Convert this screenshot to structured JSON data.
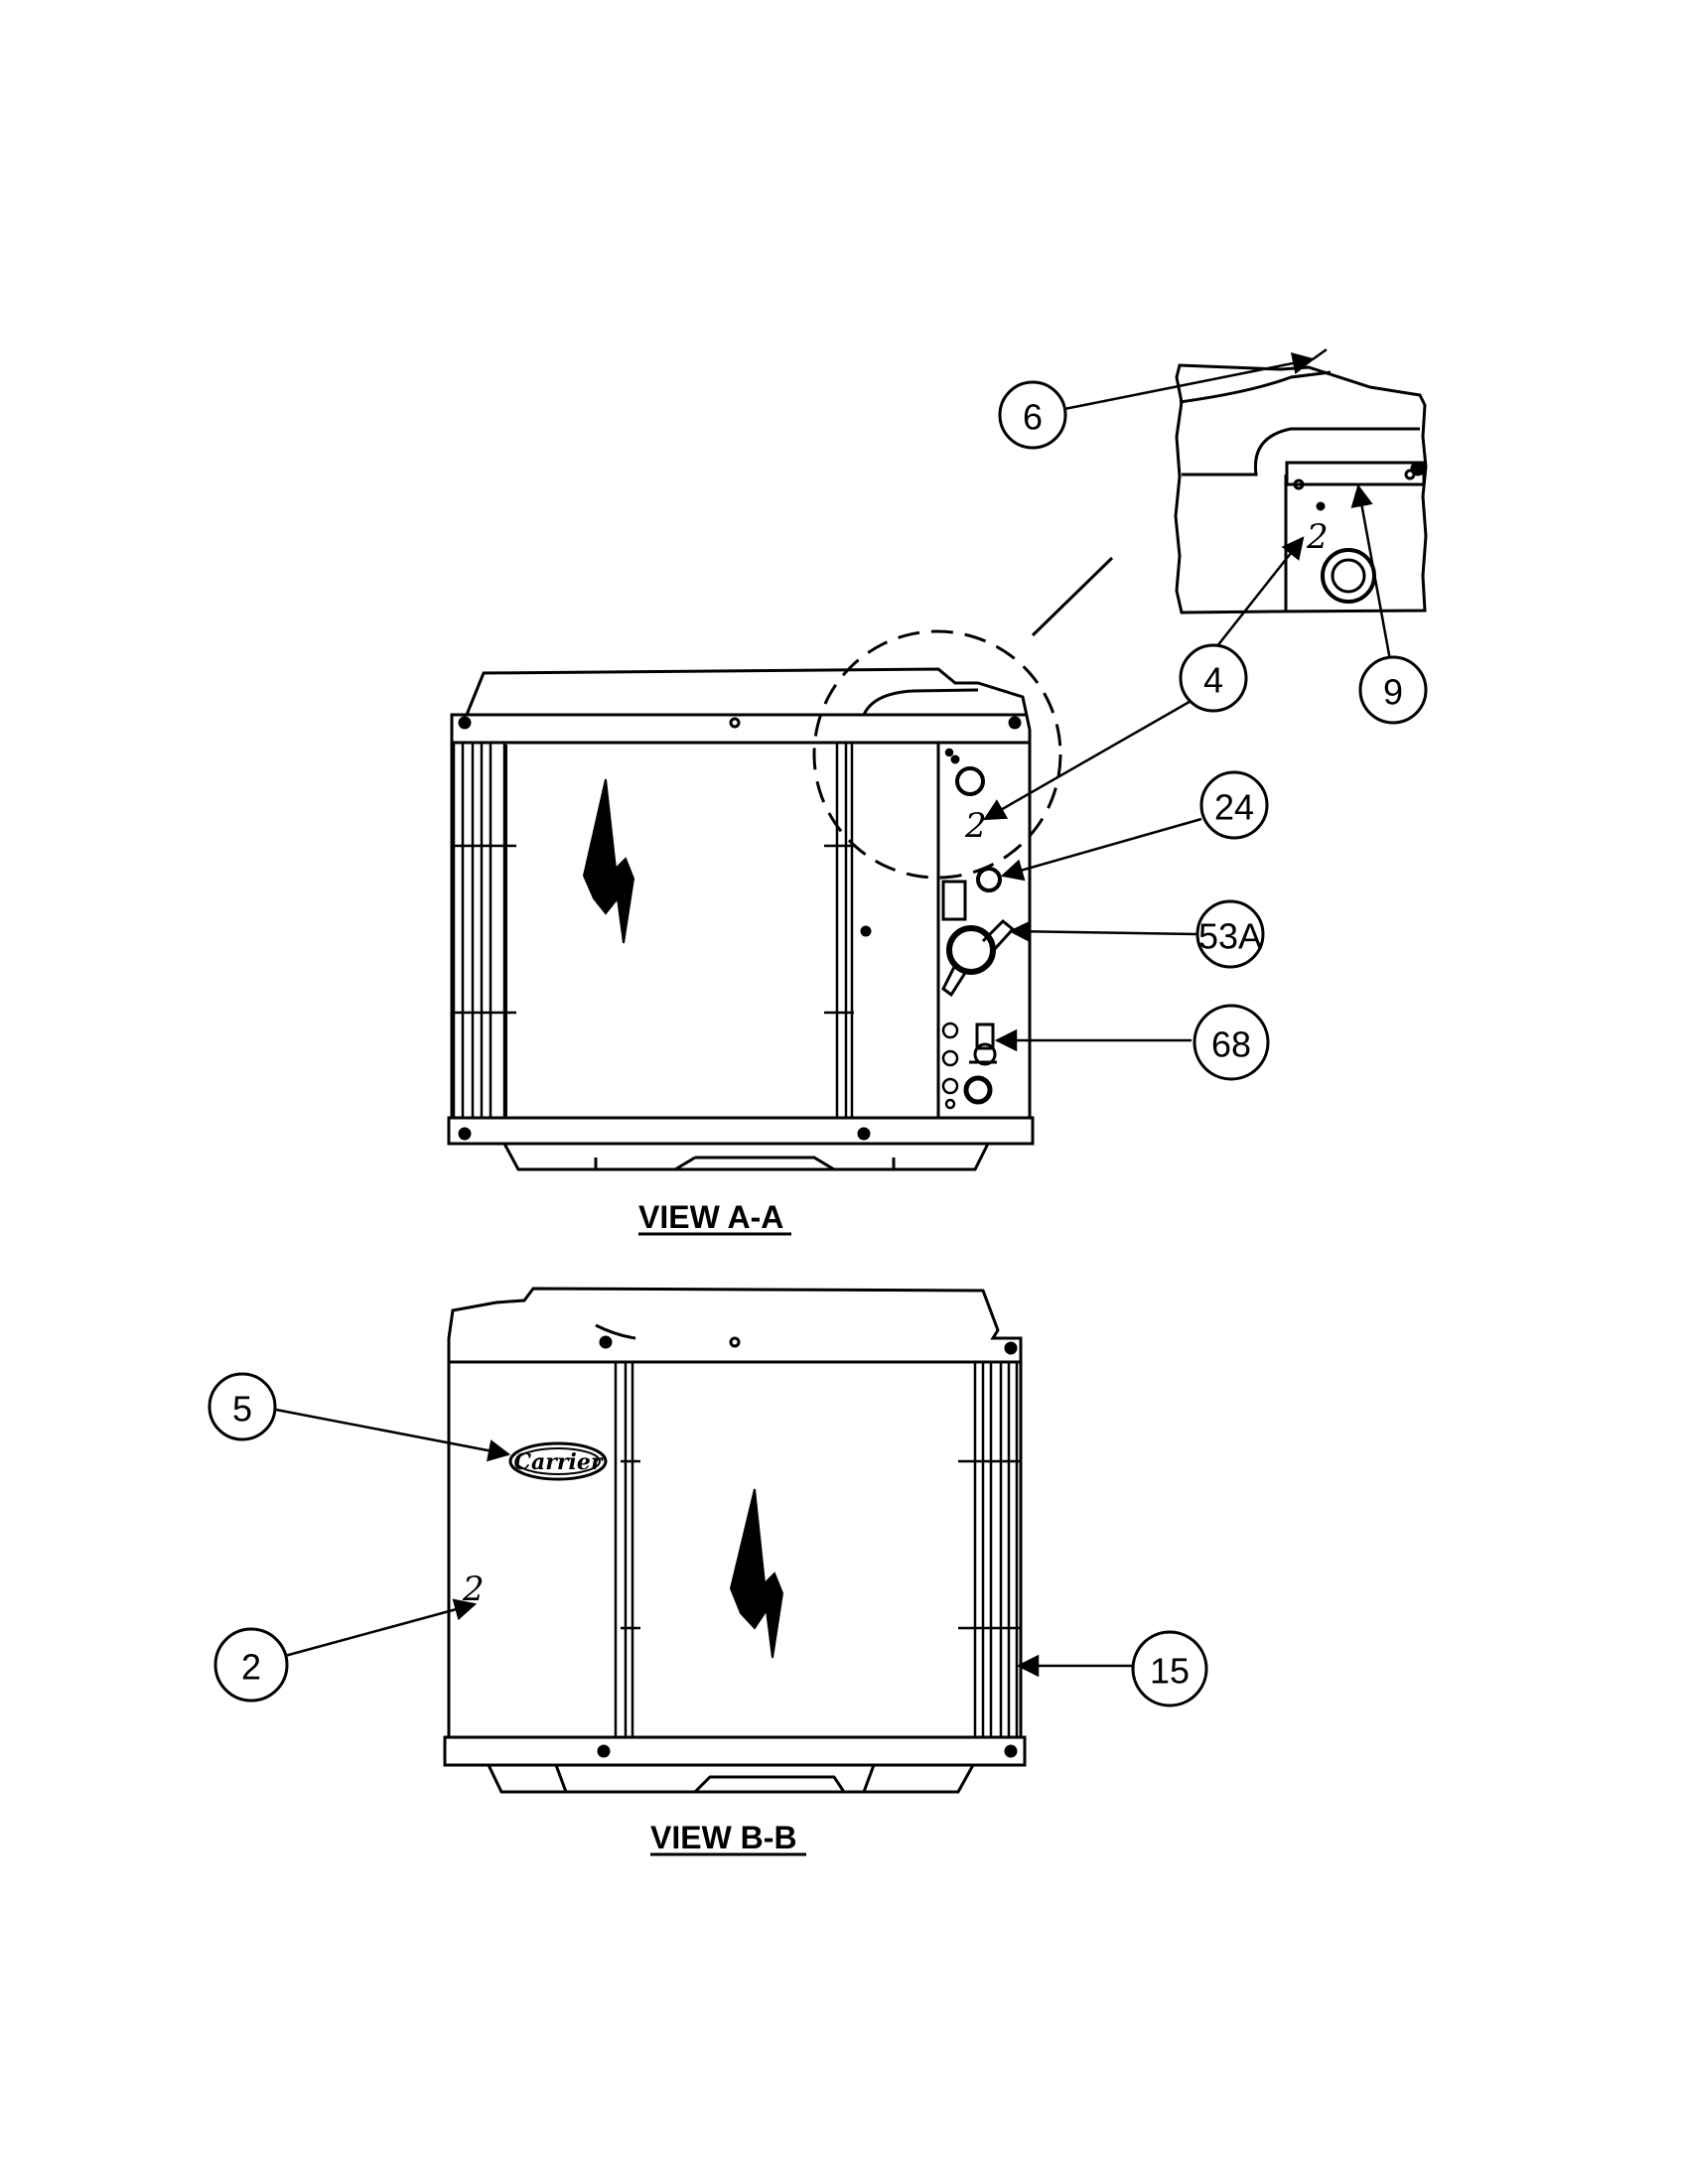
{
  "views": {
    "a": {
      "title": "VIEW A-A"
    },
    "b": {
      "title": "VIEW B-B"
    }
  },
  "callouts": {
    "c6": "6",
    "c9": "9",
    "c4": "4",
    "c24": "24",
    "c53a": "53A",
    "c68": "68",
    "c5": "5",
    "c2": "2",
    "c15": "15"
  },
  "panel_marks": {
    "detail": "2",
    "view_a": "2",
    "view_b": "2"
  },
  "brand": {
    "logo_text": "Carrier"
  }
}
